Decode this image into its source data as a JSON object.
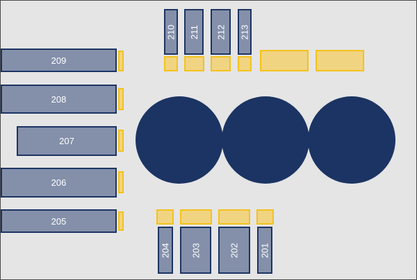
{
  "colors": {
    "background": "#e5e5e5",
    "room_fill": "#8490aa",
    "room_border": "#1b3463",
    "pad_fill": "#f0d481",
    "pad_border": "#f4c21a",
    "tank_fill": "#1b3463"
  },
  "rooms": {
    "r201": "201",
    "r202": "202",
    "r203": "203",
    "r204": "204",
    "r205": "205",
    "r206": "206",
    "r207": "207",
    "r208": "208",
    "r209": "209",
    "r210": "210",
    "r211": "211",
    "r212": "212",
    "r213": "213"
  }
}
